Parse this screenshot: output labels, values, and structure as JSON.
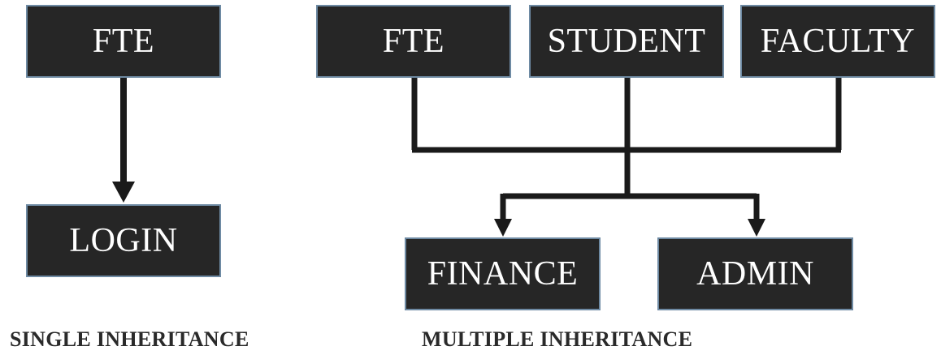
{
  "single_inheritance": {
    "parent_label": "FTE",
    "child_label": "LOGIN",
    "caption": "SINGLE INHERITANCE"
  },
  "multiple_inheritance": {
    "parents": [
      "FTE",
      "STUDENT",
      "FACULTY"
    ],
    "children": [
      "FINANCE",
      "ADMIN"
    ],
    "caption": "MULTIPLE INHERITANCE"
  },
  "colors": {
    "box_fill": "#262626",
    "box_border": "#6e8aa3",
    "box_text": "#ffffff",
    "connector": "#1a1a1a",
    "caption_text": "#2a2a2a"
  }
}
